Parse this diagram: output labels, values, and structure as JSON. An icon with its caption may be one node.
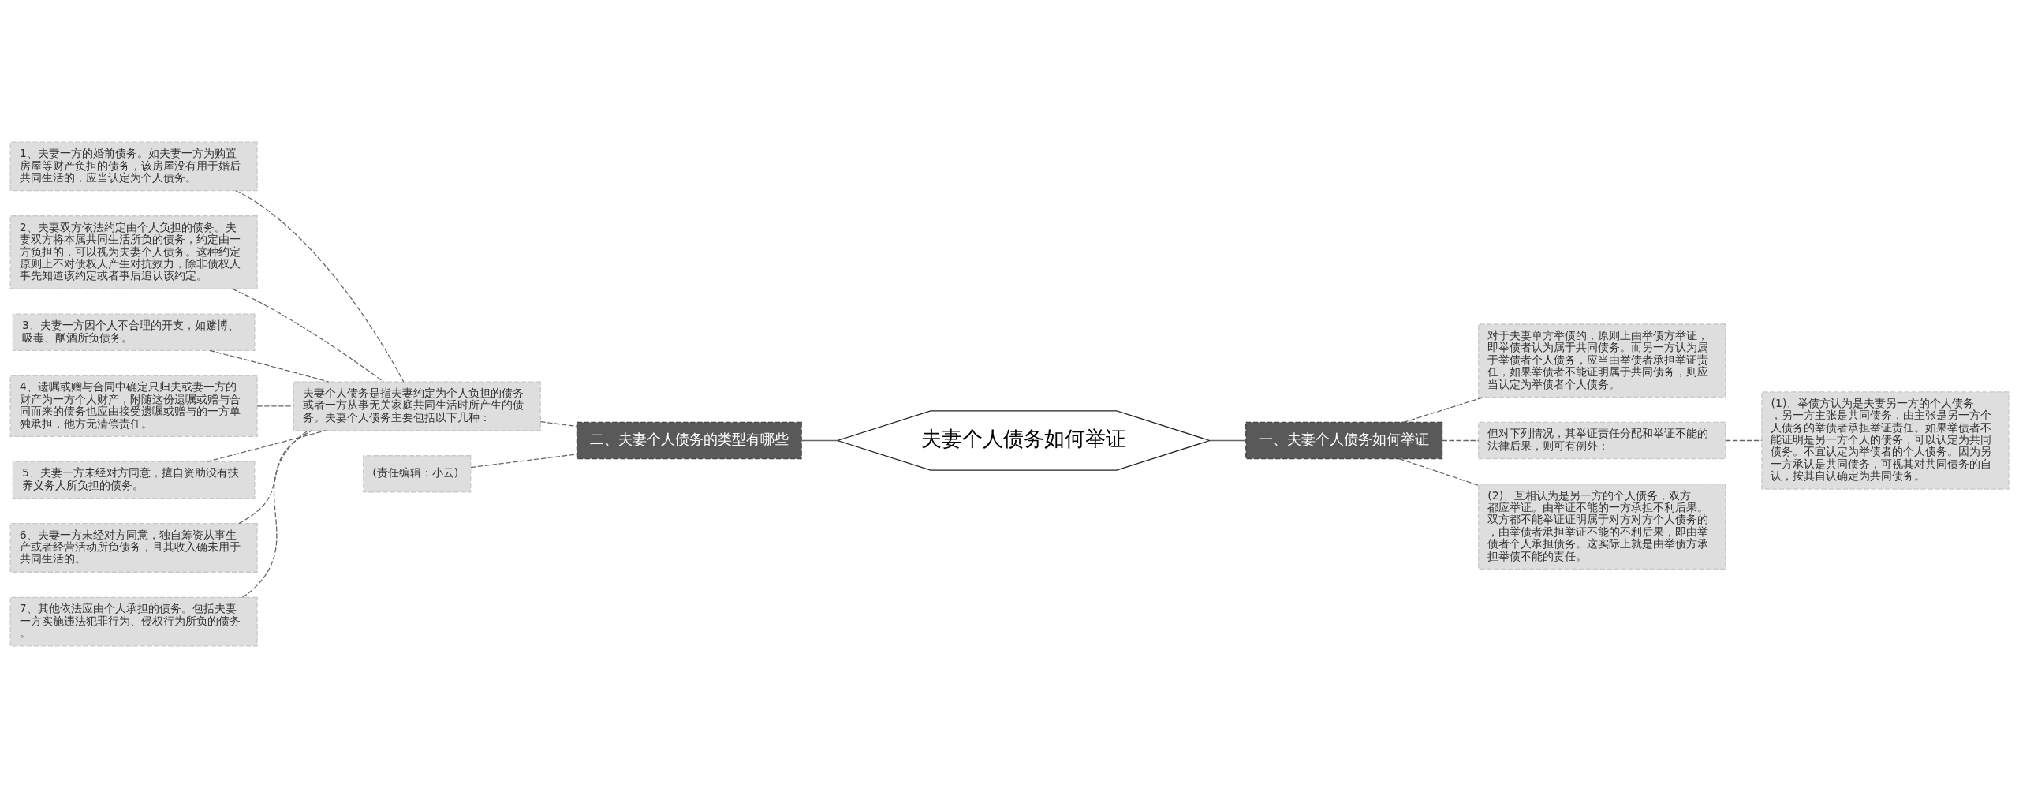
{
  "diagram": {
    "nodes": [
      {
        "text": [
          "夫妻个人债务如何举证"
        ]
      },
      {
        "text": [
          "二、夫妻个人债务的类型有哪些"
        ]
      },
      {
        "text": [
          "夫妻个人债务是指夫妻约定为个人负担的债务或者一方从事无关家庭共同生活时所产生的债务。夫妻个人债务主要包括以下几种："
        ]
      },
      {
        "text": [
          "1、夫妻一方的婚前债务。如夫妻一方为购置房屋等财产负担的债务，该房屋没有用于婚后共同生活的，应当认定为个人债务。"
        ]
      },
      {
        "text": [
          "2、夫妻双方依法约定由个人负担的债务。夫妻双方将本属共同生活所负的债务，约定由一方负担的，可以视为夫妻个人债务。这种约定原则上不对债权人产生对抗效力，除非债权人事先知道该约定或者事后追认该约定。"
        ]
      },
      {
        "text": [
          "3、夫妻一方因个人不合理的开支，如赌博、吸毒、酗酒所负债务。"
        ]
      },
      {
        "text": [
          "4、遗嘱或赠与合同中确定只归夫或妻一方的财产为一方个人财产，附随这份遗嘱或赠与合同而来的债务也应由接受遗嘱或赠与的一方单独承担，他方无清偿责任。"
        ]
      },
      {
        "text": [
          "5、夫妻一方未经对方同意，擅自资助没有扶养义务人所负担的债务。"
        ]
      },
      {
        "text": [
          "6、夫妻一方未经对方同意，独自筹资从事生产或者经营活动所负债务，且其收入确未用于共同生活的。"
        ]
      },
      {
        "text": [
          "7、其他依法应由个人承担的债务。包括夫妻一方实施违法犯罪行为、侵权行为所负的债务。"
        ]
      },
      {
        "text": [
          "(责任编辑：小云)"
        ]
      },
      {
        "text": [
          "一、夫妻个人债务如何举证"
        ]
      },
      {
        "text": [
          "对于夫妻单方举债的，原则上由举债方举证，即举债者认为属于共同债务。而另一方认为属于举债者个人债务，应当由举债者承担举证责任，如果举债者不能证明属于共同债务，则应当认定为举债者个人债务。"
        ]
      },
      {
        "text": [
          "但对下列情况，其举证责任分配和举证不能的法律后果，则可有例外："
        ]
      },
      {
        "text": [
          "(1)、举债方认为是夫妻另一方的个人债务，另一方主张是共同债务，由主张是另一方个人债务的举债者承担举证责任。如果举债者不能证明是另一方个人的债务，可以认定为共同债务。不宜认定为举债者的个人债务。因为另一方承认是共同债务，可视其对共同债务的自认，按其自认确定为共同债务。"
        ]
      },
      {
        "text": [
          "(2)、互相认为是另一方的个人债务，双方都应举证。由举证不能的一方承担不利后果。双方都不能举证证明属于对方对方个人债务的，由举债者承担举证不能的不利后果，即由举债者个人承担债务。这实际上就是由举债方承担举债不能的责任。"
        ]
      }
    ],
    "edges": [
      {
        "from": 0,
        "to": 1,
        "arrow": "none"
      },
      {
        "from": 1,
        "to": 2,
        "arrow": "none",
        "style": "dashed"
      },
      {
        "from": 2,
        "to": 3,
        "arrow": "none",
        "style": "dashed"
      },
      {
        "from": 2,
        "to": 4,
        "arrow": "none",
        "style": "dashed"
      },
      {
        "from": 2,
        "to": 5,
        "arrow": "none",
        "style": "dashed"
      },
      {
        "from": 2,
        "to": 6,
        "arrow": "none",
        "style": "dashed"
      },
      {
        "from": 2,
        "to": 7,
        "arrow": "none",
        "style": "dashed"
      },
      {
        "from": 2,
        "to": 8,
        "arrow": "none",
        "style": "dashed"
      },
      {
        "from": 2,
        "to": 9,
        "arrow": "none",
        "style": "dashed"
      },
      {
        "from": 1,
        "to": 10,
        "arrow": "none",
        "style": "dashed"
      },
      {
        "from": 0,
        "to": 11,
        "arrow": "none"
      },
      {
        "from": 11,
        "to": 12,
        "arrow": "none",
        "style": "dashed"
      },
      {
        "from": 11,
        "to": 13,
        "arrow": "none",
        "style": "dashed"
      },
      {
        "from": 13,
        "to": 14,
        "arrow": "none",
        "style": "dashed"
      },
      {
        "from": 11,
        "to": 15,
        "arrow": "none",
        "style": "dashed"
      }
    ]
  }
}
